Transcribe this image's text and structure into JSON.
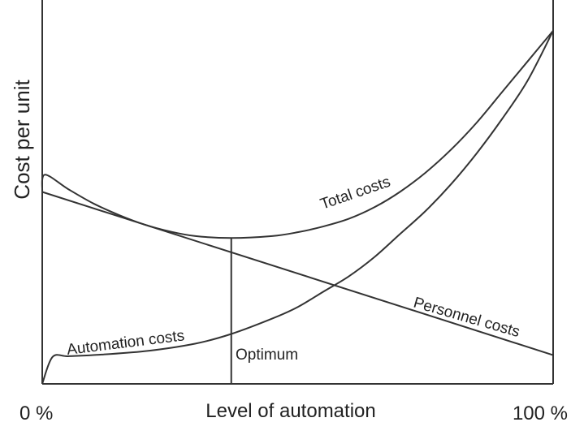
{
  "chart_data": {
    "type": "line",
    "title": "",
    "xlabel": "Level of automation",
    "ylabel": "Cost per unit",
    "x_tick_labels": [
      "0 %",
      "100 %"
    ],
    "xlim": [
      0,
      100
    ],
    "grid": false,
    "series": [
      {
        "name": "Total costs",
        "x": [
          0,
          0.5,
          5,
          10,
          15,
          20,
          25,
          30,
          37,
          45,
          50,
          55,
          60,
          65,
          70,
          75,
          80,
          85,
          90,
          95,
          100
        ],
        "y": [
          0.5,
          0.545,
          0.508,
          0.47,
          0.44,
          0.415,
          0.397,
          0.385,
          0.38,
          0.385,
          0.395,
          0.41,
          0.43,
          0.46,
          0.5,
          0.55,
          0.61,
          0.68,
          0.76,
          0.84,
          0.92
        ]
      },
      {
        "name": "Automation costs",
        "x": [
          0,
          2,
          5,
          10,
          20,
          30,
          37,
          45,
          50,
          55,
          60,
          65,
          70,
          75,
          80,
          85,
          90,
          95,
          100
        ],
        "y": [
          0.0,
          0.07,
          0.072,
          0.075,
          0.085,
          0.105,
          0.13,
          0.17,
          0.2,
          0.24,
          0.28,
          0.33,
          0.39,
          0.45,
          0.52,
          0.6,
          0.69,
          0.79,
          0.92
        ]
      },
      {
        "name": "Personnel costs",
        "x": [
          0,
          100
        ],
        "y": [
          0.5,
          0.075
        ]
      }
    ],
    "annotations": [
      {
        "text": "Optimum",
        "x": 37
      }
    ]
  }
}
